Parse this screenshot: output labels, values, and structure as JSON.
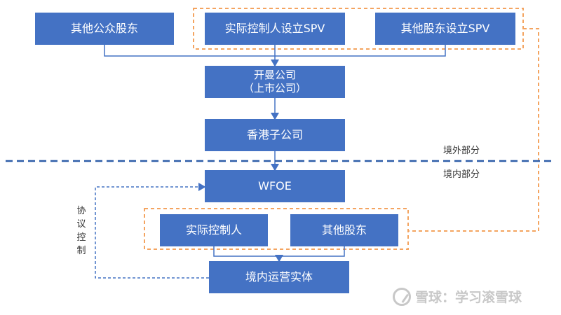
{
  "nodes": {
    "public_shareholders": "其他公众股东",
    "controller_spv": "实际控制人设立SPV",
    "other_spv": "其他股东设立SPV",
    "listed_company": "开曼公司\n（上市公司）",
    "hk_subsidiary": "香港子公司",
    "wfoe": "WFOE",
    "controller": "实际控制人",
    "other_shareholders": "其他股东",
    "domestic_entity": "境内运营实体"
  },
  "labels": {
    "overseas": "境外部分",
    "domestic": "境内部分",
    "agreement_control": "协议控制"
  },
  "watermark": {
    "text": "雪球：学习滚雪球"
  },
  "colors": {
    "box": "#4472C4",
    "divider": "#2E5DA8",
    "group_border": "#F4A460",
    "arrow": "#4472C4"
  }
}
